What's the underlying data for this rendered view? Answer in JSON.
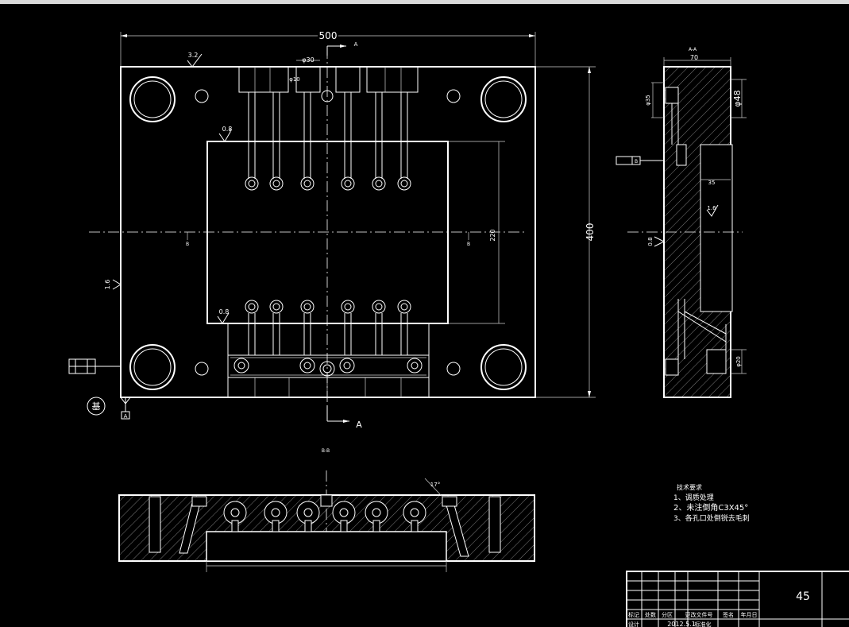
{
  "front_view": {
    "dim_width": "500",
    "dim_height": "400",
    "roughness_top": "3.2",
    "roughness_insert": "0.8",
    "roughness_insert_bottom": "0.8",
    "roughness_side": "1.6",
    "dia_30": "φ30",
    "dia_10": "φ10",
    "dim_inner": "220",
    "section_a": "A",
    "label_b": "B",
    "datum_base": "基",
    "datum_a": "A"
  },
  "side_view": {
    "title": "A-A",
    "dim_top": "70",
    "dia_48": "φ48",
    "dia_35": "φ35",
    "dim_35": "35",
    "dia_20": "φ20",
    "roughness_1": "1.6",
    "roughness_2": "0.8",
    "box_label": "B"
  },
  "section_view": {
    "title": "B-B",
    "angle_label": "17°"
  },
  "notes": {
    "heading": "技术要求",
    "item1": "1、调质处理",
    "item2": "2、未注倒角C3X45°",
    "item3": "3、各孔口处倒锐去毛刺"
  },
  "title_block": {
    "number": "45",
    "row1": [
      "标记",
      "处数",
      "分区",
      "更改文件号",
      "签名",
      "年月日"
    ],
    "row2": [
      "设计",
      "",
      "2012.5.1",
      "标准化"
    ]
  }
}
